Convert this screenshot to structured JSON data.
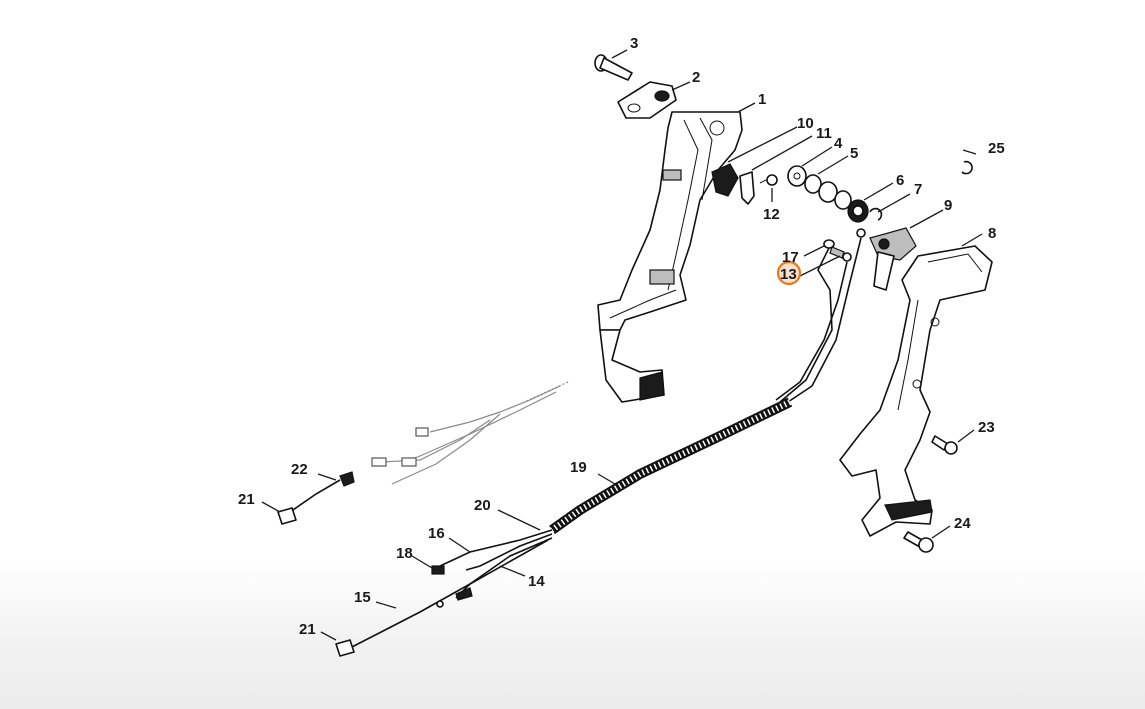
{
  "diagram": {
    "accent_color": "#e87722",
    "highlighted_callout": "13",
    "callouts": [
      {
        "id": "c1",
        "label": "1"
      },
      {
        "id": "c2",
        "label": "2"
      },
      {
        "id": "c3",
        "label": "3"
      },
      {
        "id": "c4",
        "label": "4"
      },
      {
        "id": "c5",
        "label": "5"
      },
      {
        "id": "c6",
        "label": "6"
      },
      {
        "id": "c7",
        "label": "7"
      },
      {
        "id": "c8",
        "label": "8"
      },
      {
        "id": "c9",
        "label": "9"
      },
      {
        "id": "c10",
        "label": "10"
      },
      {
        "id": "c11",
        "label": "11"
      },
      {
        "id": "c12",
        "label": "12"
      },
      {
        "id": "c13",
        "label": "13"
      },
      {
        "id": "c14",
        "label": "14"
      },
      {
        "id": "c15",
        "label": "15"
      },
      {
        "id": "c16",
        "label": "16"
      },
      {
        "id": "c17",
        "label": "17"
      },
      {
        "id": "c18",
        "label": "18"
      },
      {
        "id": "c19",
        "label": "19"
      },
      {
        "id": "c20",
        "label": "20"
      },
      {
        "id": "c21a",
        "label": "21"
      },
      {
        "id": "c21b",
        "label": "21"
      },
      {
        "id": "c22",
        "label": "22"
      },
      {
        "id": "c23",
        "label": "23"
      },
      {
        "id": "c24",
        "label": "24"
      },
      {
        "id": "c25",
        "label": "25"
      }
    ]
  }
}
